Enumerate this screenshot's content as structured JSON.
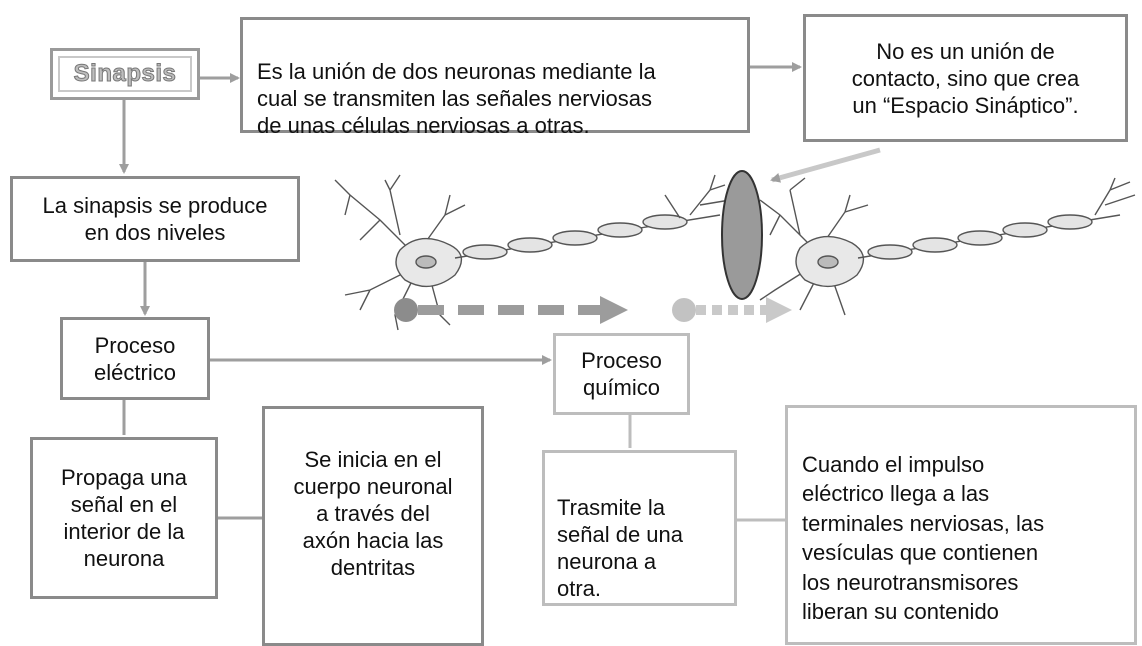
{
  "title": "Sinapsis",
  "definition": "Es la unión de dos neuronas mediante la\ncual se transmiten las señales nerviosas\nde unas células nerviosas a otras.",
  "contact_note": "No es un unión de\ncontacto, sino que crea\nun “Espacio Sináptico”.",
  "levels": "La sinapsis se produce\nen dos niveles",
  "electric": {
    "title": "Proceso\neléctrico",
    "description": "Propaga una\nseñal en el\ninterior de la\nneurona",
    "detail": "Se inicia en el\ncuerpo neuronal\na través del\naxón hacia las\ndentritas"
  },
  "chemical": {
    "title": "Proceso\nquímico",
    "description": "Trasmite la\nseñal de una\nneurona a\notra.",
    "detail": "Cuando el impulso\neléctrico llega a las\nterminales nerviosas, las\nvesículas que contienen\nlos neurotransmisores\nliberan su contenido"
  },
  "colors": {
    "dark_border": "#8a8a8a",
    "light_border": "#bdbdbd",
    "arrow": "#9e9e9e"
  }
}
